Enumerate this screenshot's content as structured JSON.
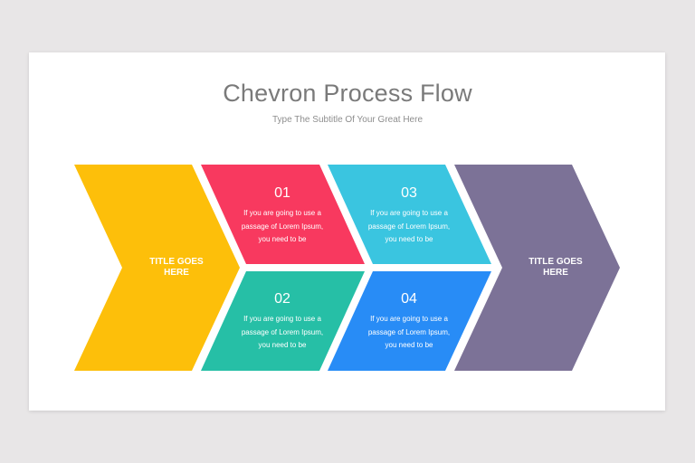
{
  "slide": {
    "title": "Chevron Process Flow",
    "subtitle": "Type The Subtitle Of Your Great Here"
  },
  "diagram": {
    "start": {
      "label_line1": "TITLE GOES",
      "label_line2": "HERE",
      "color": "#fdbf0a"
    },
    "end": {
      "label_line1": "TITLE GOES",
      "label_line2": "HERE",
      "color": "#7c7297"
    },
    "steps": [
      {
        "number": "01",
        "line1": "If you are going to use a",
        "line2": "passage of Lorem Ipsum,",
        "line3": "you need to be",
        "color": "#f8395f"
      },
      {
        "number": "02",
        "line1": "If you are going to use a",
        "line2": "passage of Lorem Ipsum,",
        "line3": "you need to be",
        "color": "#26bfa6"
      },
      {
        "number": "03",
        "line1": "If you are going to use a",
        "line2": "passage of Lorem Ipsum,",
        "line3": "you need to be",
        "color": "#3ac5e0"
      },
      {
        "number": "04",
        "line1": "If you are going to use a",
        "line2": "passage of Lorem Ipsum,",
        "line3": "you need to be",
        "color": "#288cf6"
      }
    ]
  },
  "colors": {
    "background": "#e8e6e7",
    "slide": "#ffffff",
    "title_text": "#7a7a7a",
    "subtitle_text": "#8e8e8e"
  }
}
